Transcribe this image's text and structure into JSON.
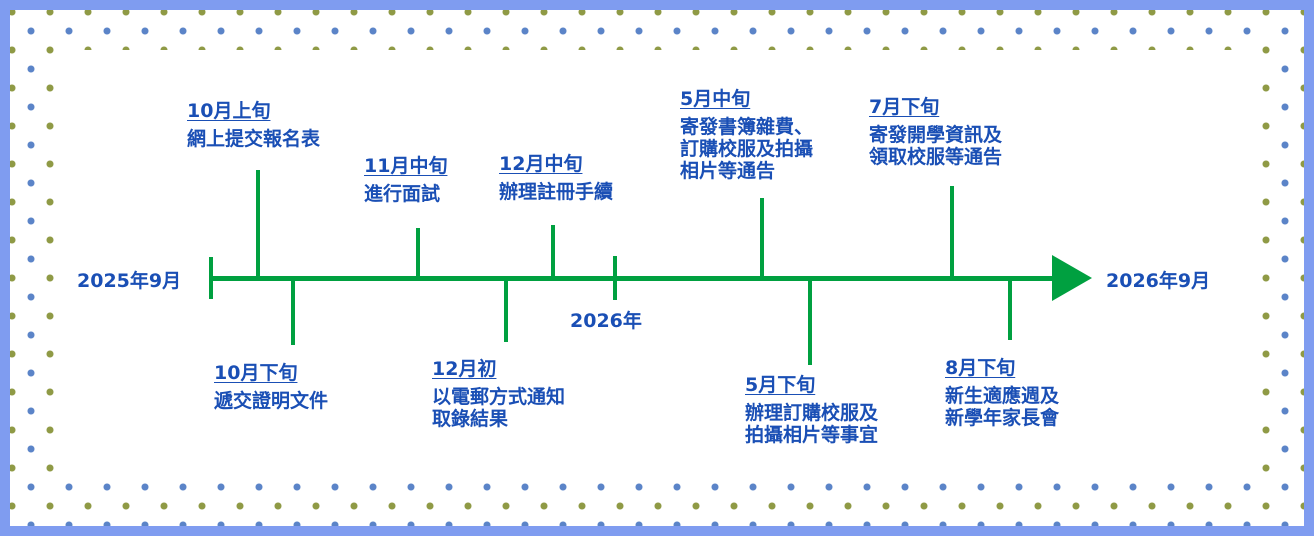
{
  "colors": {
    "border": "#7f9cf0",
    "dot_blue": "#5b84c8",
    "dot_olive": "#8f9a45",
    "text": "#1a4fb5",
    "axis": "#00a040"
  },
  "start_label": "2025年9月",
  "end_label": "2026年9月",
  "mid_label": "2026年",
  "events": [
    {
      "date": "10月上旬",
      "desc": "網上提交報名表"
    },
    {
      "date": "10月下旬",
      "desc": "遞交證明文件"
    },
    {
      "date": "11月中旬",
      "desc": "進行面試"
    },
    {
      "date": "12月初",
      "desc": "以電郵方式通知\n取錄結果"
    },
    {
      "date": "12月中旬",
      "desc": "辦理註冊手續"
    },
    {
      "date": "5月中旬",
      "desc": "寄發書簿雜費、\n訂購校服及拍攝\n相片等通告"
    },
    {
      "date": "5月下旬",
      "desc": "辦理訂購校服及\n拍攝相片等事宜"
    },
    {
      "date": "7月下旬",
      "desc": "寄發開學資訊及\n領取校服等通告"
    },
    {
      "date": "8月下旬",
      "desc": "新生適應週及\n新學年家長會"
    }
  ]
}
